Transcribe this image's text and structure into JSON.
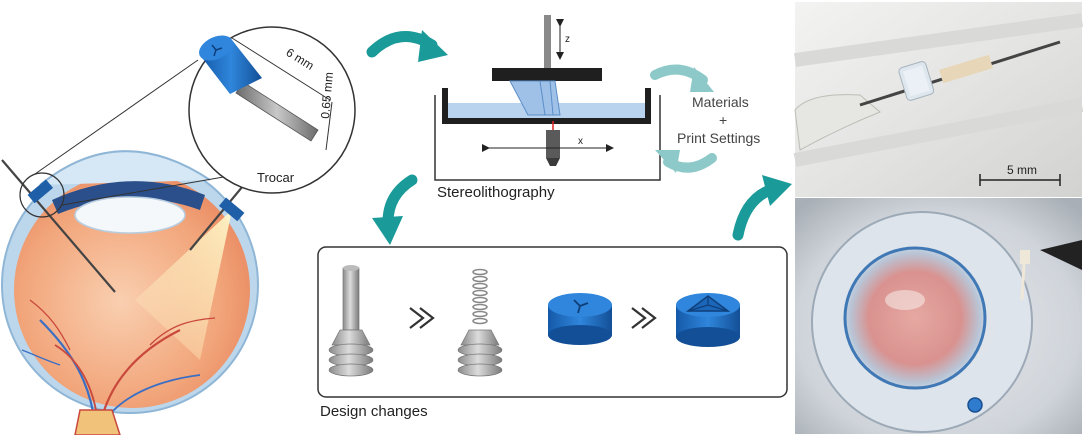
{
  "labels": {
    "dim_6mm": "6 mm",
    "dim_065mm": "0.65 mm",
    "trocar": "Trocar",
    "axis_z": "z",
    "axis_x": "x",
    "materials_line1": "Materials",
    "materials_plus": "+",
    "materials_line2": "Print Settings",
    "stereolithography": "Stereolithography",
    "design_changes": "Design changes",
    "scale_bar": "5 mm"
  },
  "colors": {
    "teal_arrow": "#1a9a98",
    "teal_arrow_light": "#8cc9c8",
    "trocar_blue": "#1f6fc4",
    "eye_orange": "#f2a57a",
    "eye_sclera": "#bcd7ec",
    "resin_blue": "#b9d3ee"
  }
}
